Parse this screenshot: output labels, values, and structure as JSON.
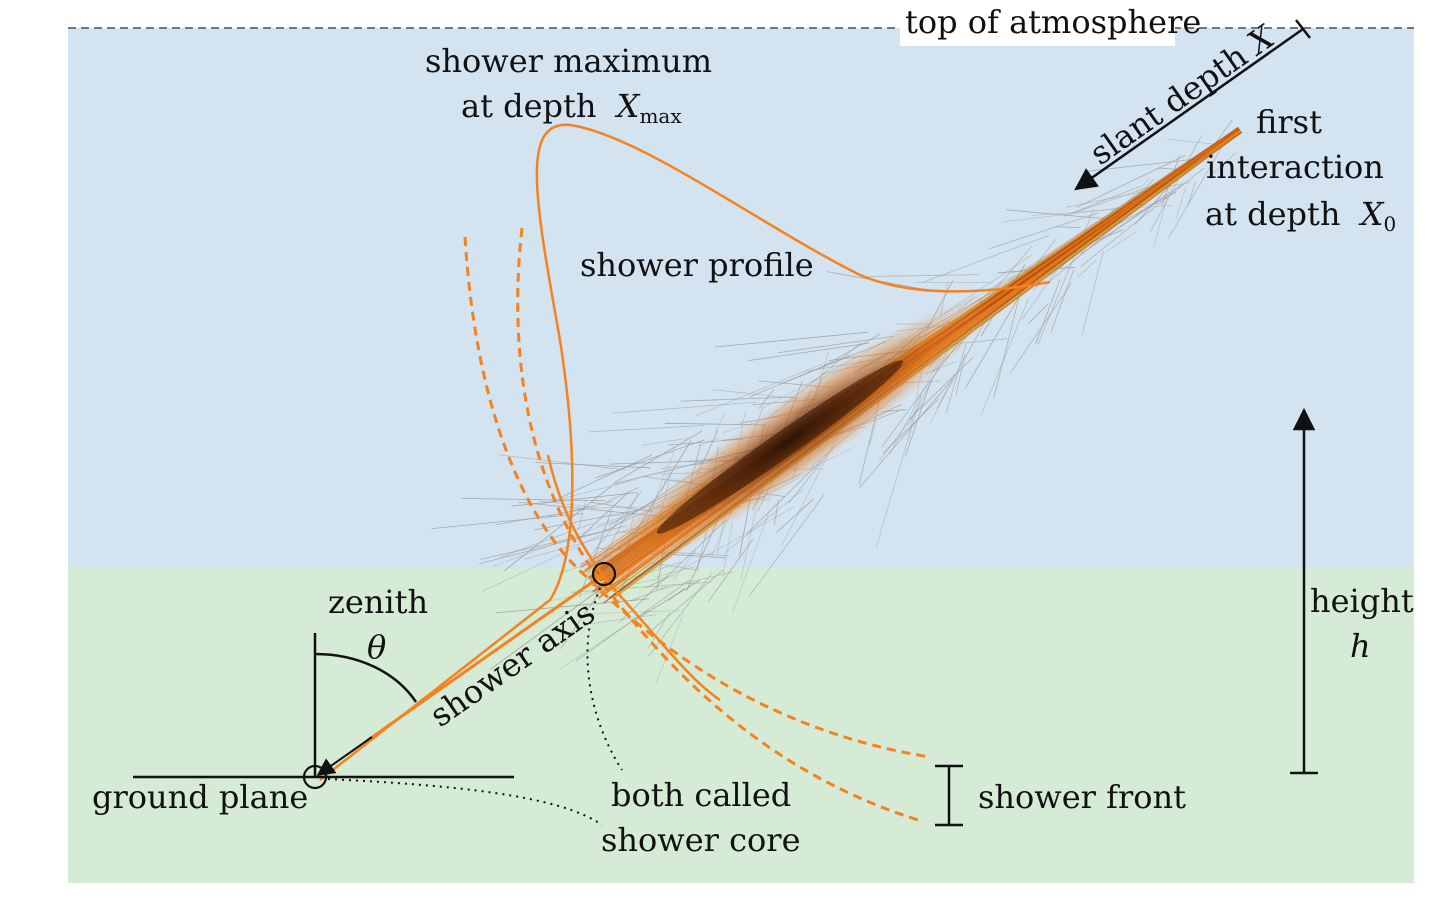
{
  "labels": {
    "top_of_atmosphere": "top of atmosphere",
    "shower_maximum_line1": "shower maximum",
    "shower_maximum_line2": "at depth",
    "xmax_symbol": "X",
    "xmax_sub": "max",
    "slant_depth": "slant depth",
    "slant_symbol": "X",
    "first_line1": "first",
    "first_line2": "interaction",
    "first_line3": "at depth",
    "x0_symbol": "X",
    "x0_sub": "0",
    "shower_profile": "shower profile",
    "zenith": "zenith",
    "theta": "θ",
    "shower_axis": "shower axis",
    "ground_plane": "ground plane",
    "both_called_line1": "both called",
    "both_called_line2": "shower core",
    "shower_front": "shower front",
    "height": "height",
    "height_symbol": "h"
  },
  "colors": {
    "atmosphere": "#d3e3ef",
    "ground": "#d5ebd5",
    "profile": "#f5821f",
    "tracks": "#9a9a9a",
    "shower_dark": "#3a1a08",
    "ink": "#111111",
    "dashed_top": "#777777"
  }
}
